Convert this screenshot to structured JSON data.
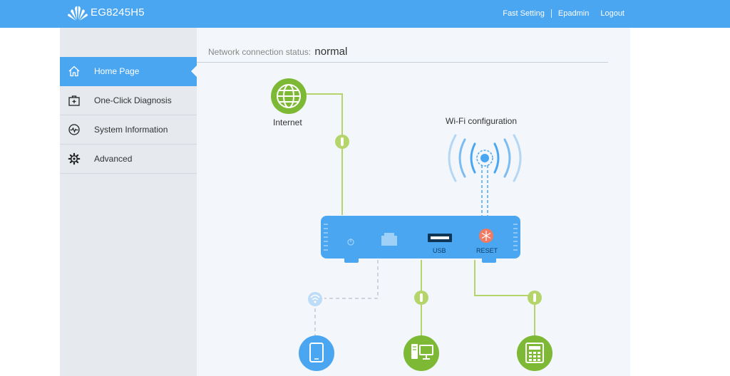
{
  "header": {
    "model": "EG8245H5",
    "fast_setting": "Fast Setting",
    "user": "Epadmin",
    "logout": "Logout",
    "bar_color": "#4aa6f1"
  },
  "sidebar": {
    "items": [
      {
        "label": "Home Page",
        "icon": "home-icon",
        "active": true
      },
      {
        "label": "One-Click Diagnosis",
        "icon": "medical-kit-icon",
        "active": false
      },
      {
        "label": "System Information",
        "icon": "pulse-icon",
        "active": false
      },
      {
        "label": "Advanced",
        "icon": "gear-icon",
        "active": false
      }
    ]
  },
  "main": {
    "status_label": "Network connection status:",
    "status_value": "normal",
    "internet_label": "Internet",
    "wifi_label": "Wi-Fi configuration",
    "usb_label": "USB",
    "reset_label": "RESET"
  },
  "colors": {
    "accent": "#4aa6f1",
    "green": "#7db935",
    "link_line": "#b5d56a",
    "reset": "#f07a62"
  }
}
